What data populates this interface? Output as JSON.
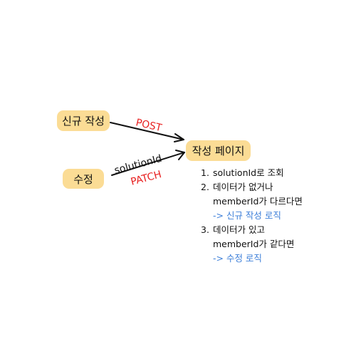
{
  "nodes": {
    "new_post": "신규 작성",
    "edit": "수정",
    "write_page": "작성 페이지"
  },
  "edges": {
    "post_label": "POST",
    "solution_label": "solutionId",
    "patch_label": "PATCH"
  },
  "notes": [
    {
      "num": "1.",
      "text": "solutionId로 조회"
    },
    {
      "num": "2.",
      "text": "데이터가 없거나"
    },
    {
      "num": "",
      "text": "memberId가 다르다면"
    },
    {
      "num": "",
      "text": "-> 신규 작성 로직"
    },
    {
      "num": "3.",
      "text": "데이터가 있고"
    },
    {
      "num": "",
      "text": "memberId가 같다면"
    },
    {
      "num": "",
      "text": "-> 수정 로직"
    }
  ],
  "colors": {
    "node_fill": "#fbdc95",
    "method_label": "#e82222",
    "logic_text": "#3d7fd9"
  }
}
